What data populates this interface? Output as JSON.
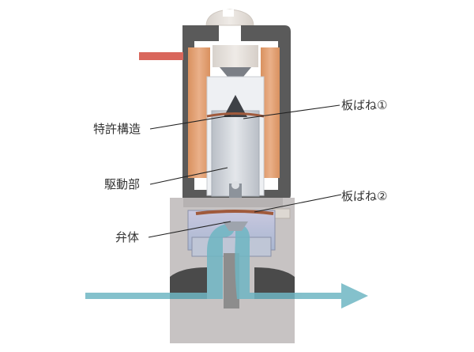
{
  "labels": {
    "leaf_spring_1": "板ばね①",
    "patented_structure": "特許構造",
    "drive_unit": "駆動部",
    "leaf_spring_2": "板ばね②",
    "valve_body": "弁体"
  },
  "colors": {
    "housing": "#5a5a5a",
    "coil": "#e2a37a",
    "core": "#cdd2d8",
    "valve_base": "#c7c3c3",
    "flow": "#6fb6c3",
    "lead_wire": "#d9675c",
    "spring": "#a05a3c"
  }
}
